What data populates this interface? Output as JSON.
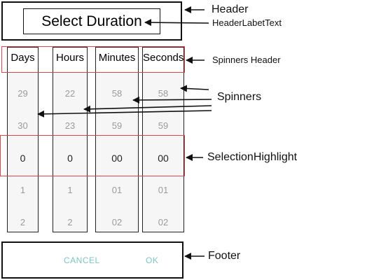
{
  "header": {
    "title": "Select Duration"
  },
  "columns": [
    {
      "header": "Days",
      "values": [
        "29",
        "30",
        "0",
        "1",
        "2"
      ]
    },
    {
      "header": "Hours",
      "values": [
        "22",
        "23",
        "0",
        "1",
        "2"
      ]
    },
    {
      "header": "Minutes",
      "values": [
        "58",
        "59",
        "00",
        "01",
        "02"
      ]
    },
    {
      "header": "Seconds",
      "values": [
        "58",
        "59",
        "00",
        "01",
        "02"
      ]
    }
  ],
  "footer": {
    "cancel_label": "CANCEL",
    "ok_label": "OK"
  },
  "annotations": {
    "header": "Header",
    "header_label_text": "HeaderLabetText",
    "spinners_header": "Spinners Header",
    "spinners": "Spinners",
    "selection_highlight": "SelectionHighlight",
    "footer": "Footer"
  },
  "colors": {
    "highlight_outline": "#d8484e",
    "footer_button_text": "#7fc4c4",
    "unselected_value_text": "#9b9b9b"
  }
}
